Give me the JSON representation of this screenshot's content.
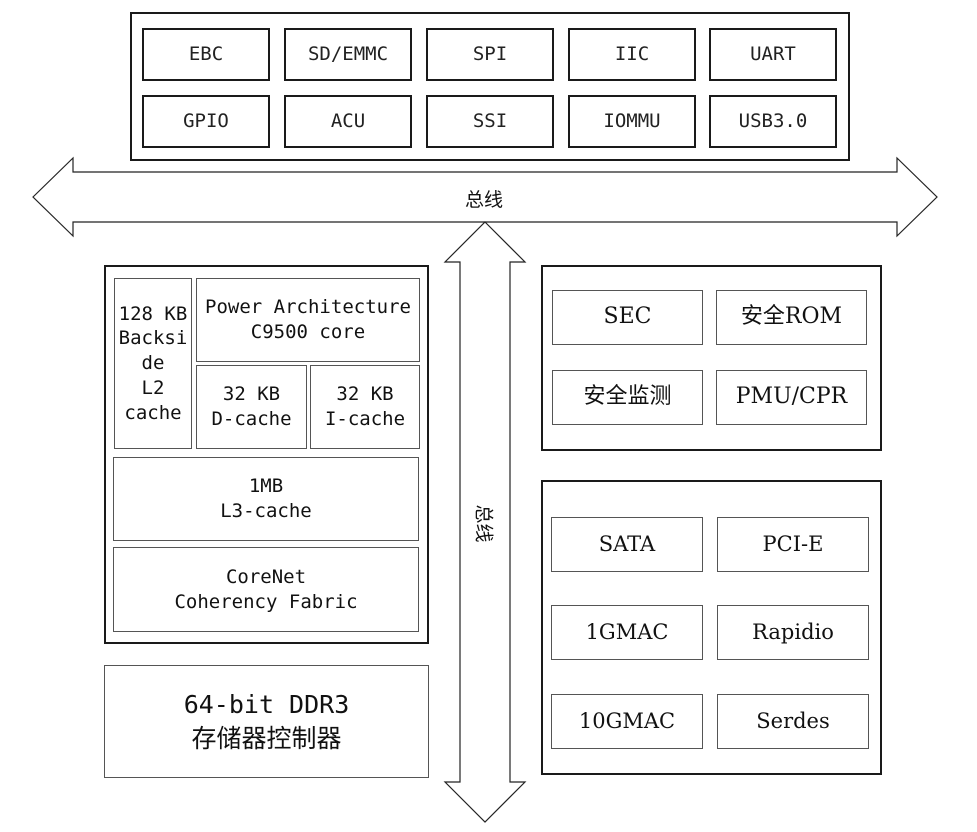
{
  "peripherals": {
    "row1": [
      "EBC",
      "SD/EMMC",
      "SPI",
      "IIC",
      "UART"
    ],
    "row2": [
      "GPIO",
      "ACU",
      "SSI",
      "IOMMU",
      "USB3.0"
    ]
  },
  "bus": {
    "horizontal_label": "总线",
    "vertical_label": "总线"
  },
  "core_cluster": {
    "l2": [
      "128 KB",
      "Backsi",
      "de",
      "L2",
      "cache"
    ],
    "core": [
      "Power Architecture",
      "C9500 core"
    ],
    "dcache": [
      "32 KB",
      "D-cache"
    ],
    "icache": [
      "32 KB",
      "I-cache"
    ],
    "l3": [
      "1MB",
      "L3-cache"
    ],
    "fabric": [
      "CoreNet",
      "Coherency Fabric"
    ]
  },
  "ddr": [
    "64-bit DDR3",
    "存储器控制器"
  ],
  "security": {
    "items": [
      "SEC",
      "安全ROM",
      "安全监测",
      "PMU/CPR"
    ]
  },
  "io": {
    "items": [
      "SATA",
      "PCI-E",
      "1GMAC",
      "Rapidio",
      "10GMAC",
      "Serdes"
    ]
  }
}
